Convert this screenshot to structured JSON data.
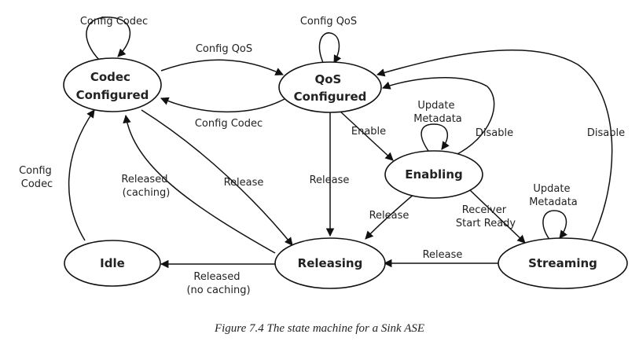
{
  "states": {
    "codec_configured": [
      "Codec",
      "Configured"
    ],
    "qos_configured": [
      "QoS",
      "Configured"
    ],
    "enabling": [
      "Enabling"
    ],
    "idle": [
      "Idle"
    ],
    "releasing": [
      "Releasing"
    ],
    "streaming": [
      "Streaming"
    ]
  },
  "transitions": {
    "config_codec_self": [
      "Config Codec"
    ],
    "config_qos_self": [
      "Config QoS"
    ],
    "codec_to_qos": [
      "Config QoS"
    ],
    "qos_to_codec": [
      "Config Codec"
    ],
    "qos_to_enabling": [
      "Enable"
    ],
    "enabling_update": [
      "Update",
      "Metadata"
    ],
    "enabling_disable": [
      "Disable"
    ],
    "streaming_disable": [
      "Disable"
    ],
    "idle_to_codec": [
      "Config",
      "Codec"
    ],
    "releasing_to_codec": [
      "Released",
      "(caching)"
    ],
    "codec_release": [
      "Release"
    ],
    "qos_release": [
      "Release"
    ],
    "enabling_release": [
      "Release"
    ],
    "receiver_start": [
      "Receiver",
      "Start Ready"
    ],
    "streaming_update": [
      "Update",
      "Metadata"
    ],
    "streaming_release": [
      "Release"
    ],
    "releasing_to_idle": [
      "Released",
      "(no caching)"
    ]
  },
  "caption": "Figure 7.4  The state machine for a Sink ASE"
}
